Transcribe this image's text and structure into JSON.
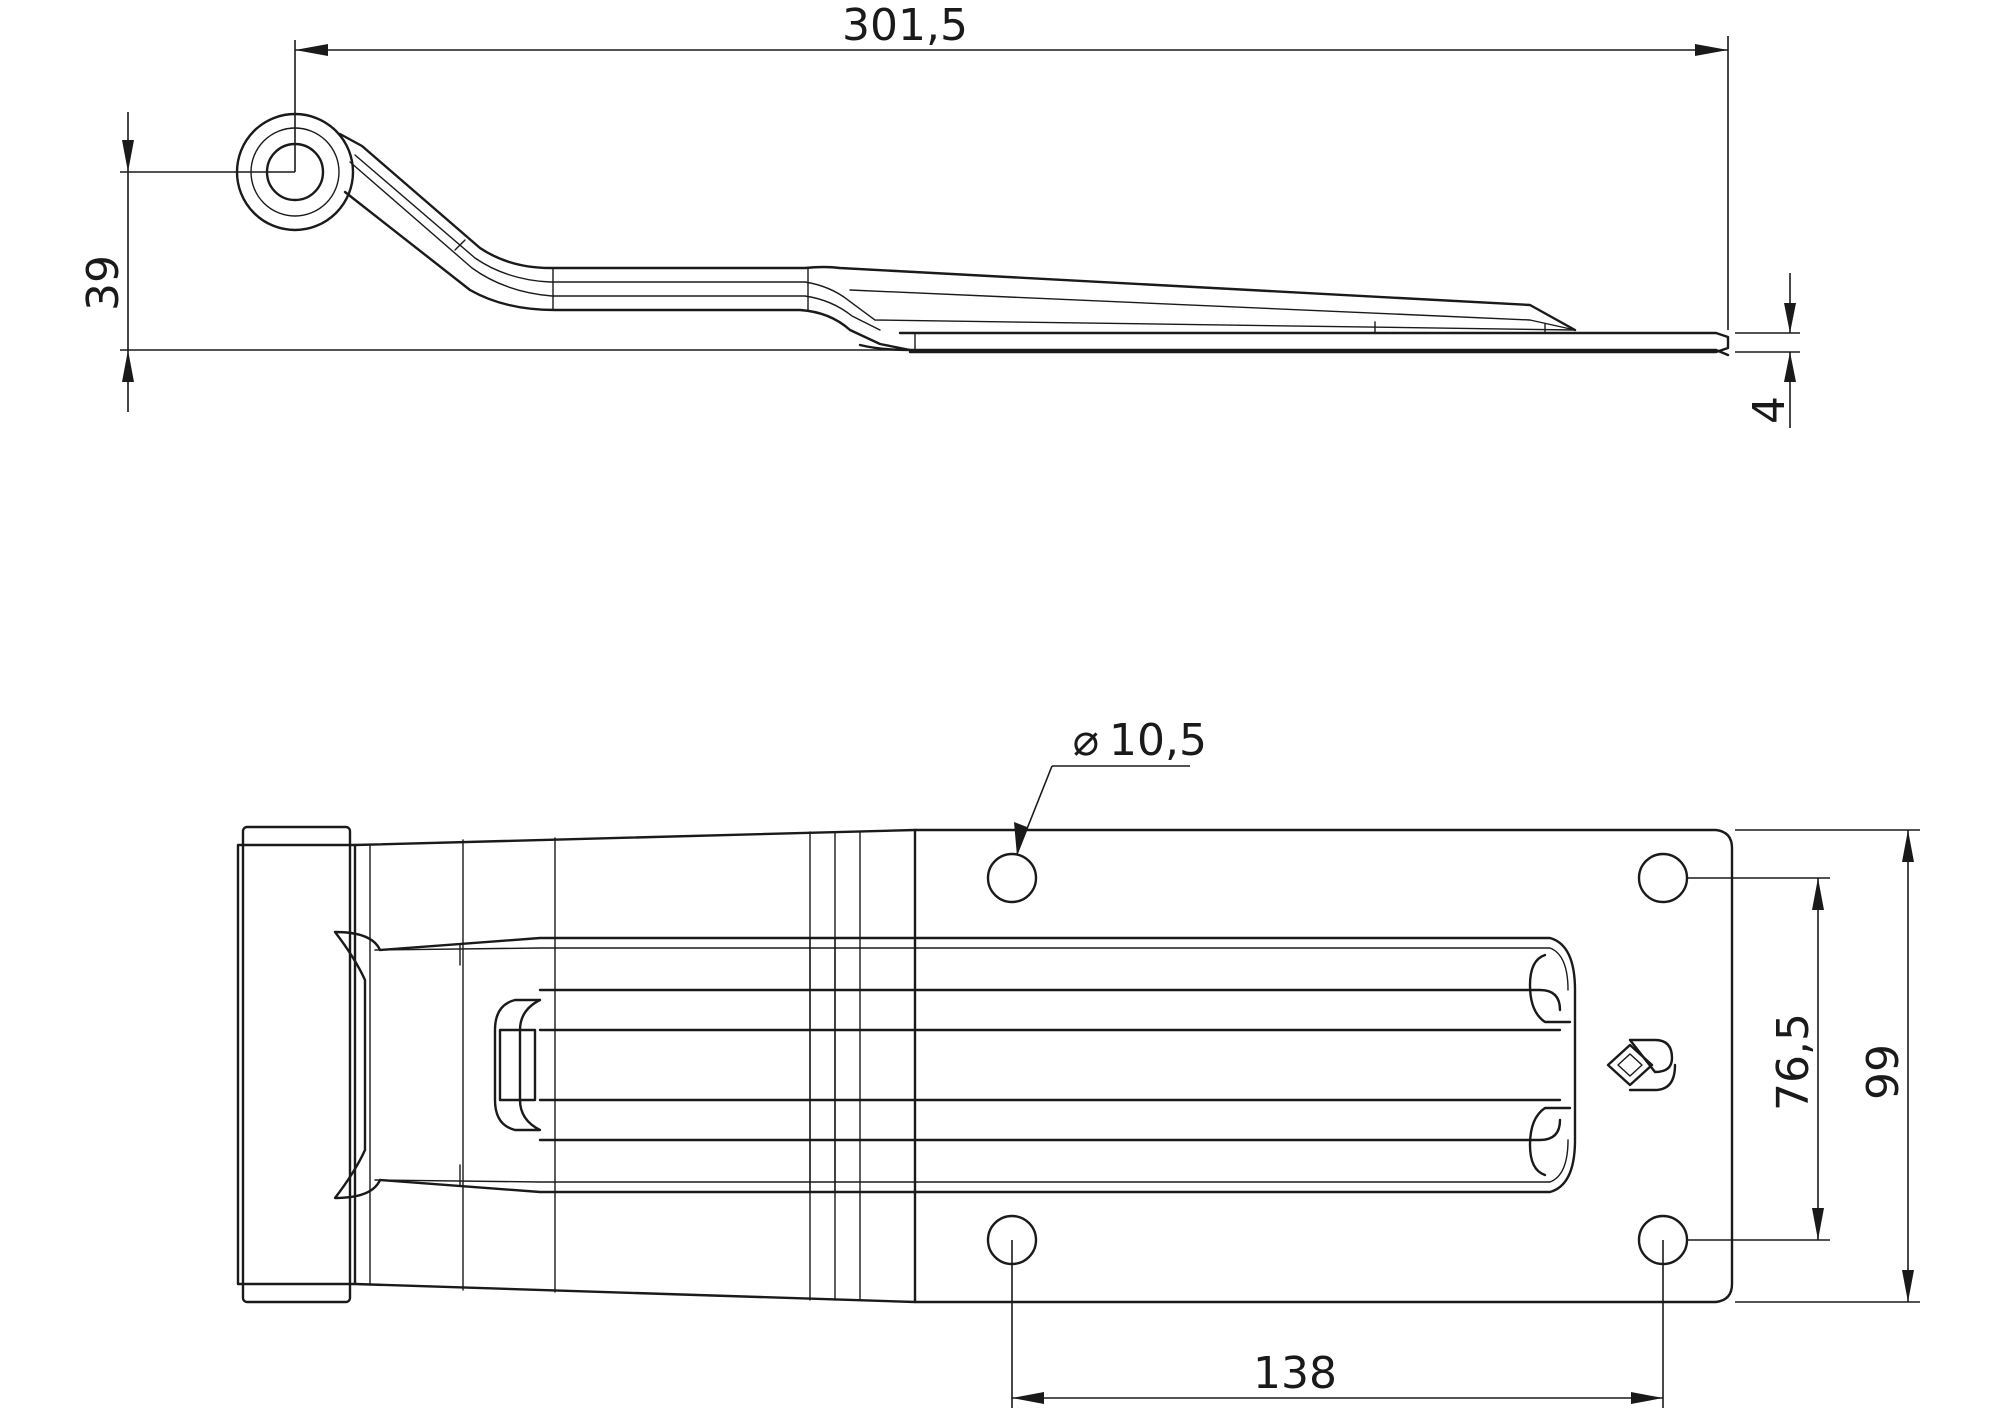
{
  "drawing": {
    "dimensions": {
      "overall_length": "301,5",
      "height": "39",
      "thickness": "4",
      "hole_diameter_symbol": "⌀",
      "hole_diameter": "10,5",
      "hole_spacing_vertical": "76,5",
      "plate_width": "99",
      "hole_spacing_horizontal": "138"
    }
  }
}
